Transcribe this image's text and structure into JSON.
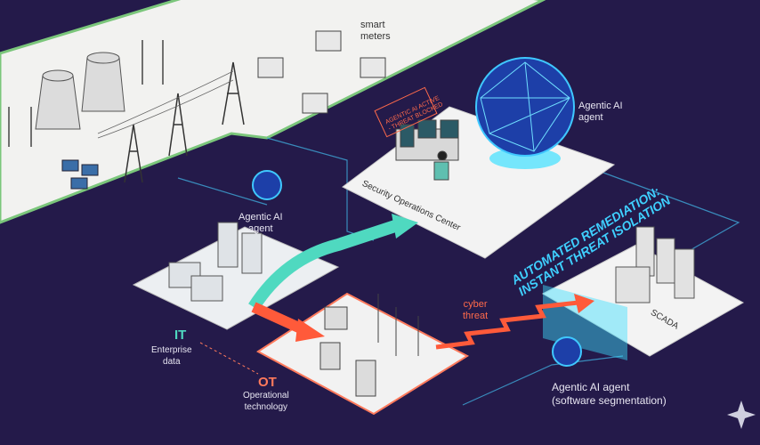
{
  "labels": {
    "smart_meters": "smart\nmeters",
    "agentic_top": "Agentic AI\nagent",
    "agentic_left": "Agentic AI\nagent",
    "soc": "Security Operations Center",
    "alert": "AGENTIC AI ACTIVE\n- THREAT BLOCKED",
    "remediation_1": "AUTOMATED REMEDIATION:",
    "remediation_2": "INSTANT THREAT ISOLATION",
    "scada": "SCADA",
    "it": "IT",
    "enterprise": "Enterprise\ndata",
    "ot": "OT",
    "operational": "Operational\ntechnology",
    "cyber_threat": "cyber\nthreat",
    "agentic_seg": "Agentic AI agent\n(software segmentation)"
  },
  "colors": {
    "background": "#241a4a",
    "it": "#4fd9c0",
    "ot": "#ff7a5c",
    "agent": "#3fc8ff",
    "grid_edge": "#7bc67b"
  }
}
